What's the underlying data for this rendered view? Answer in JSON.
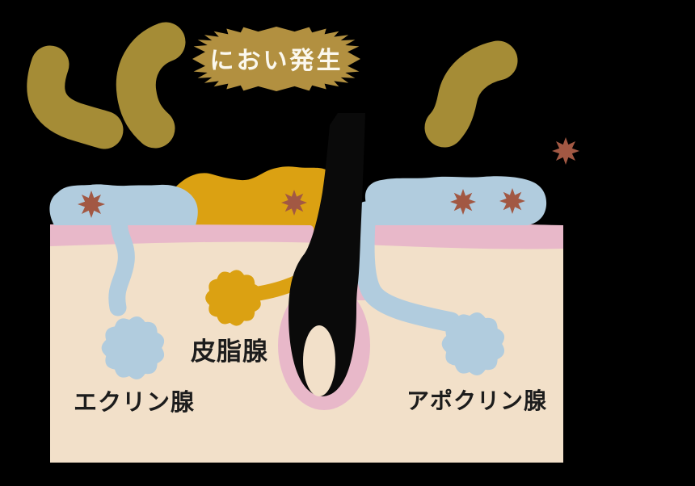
{
  "badge": {
    "label": "におい発生"
  },
  "labels": {
    "eccrine": "エクリン腺",
    "sebaceous": "皮脂腺",
    "apocrine": "アポクリン腺"
  },
  "colors": {
    "background": "#000000",
    "skin_cream": "#f2e0c9",
    "skin_pink": "#e8b8c9",
    "sweat_blue": "#b1ccde",
    "sebum_orange": "#dba112",
    "bacteria_red": "#a25843",
    "odor_olive": "#a58c36",
    "badge_gold": "#b29040",
    "badge_text": "#fbf8ee",
    "label_text": "#1c1c1c",
    "hair_black": "#0a0a0a"
  },
  "icons": {
    "odor_wisps": "odor-steam-wisp",
    "bacteria": "bacteria-starburst"
  }
}
